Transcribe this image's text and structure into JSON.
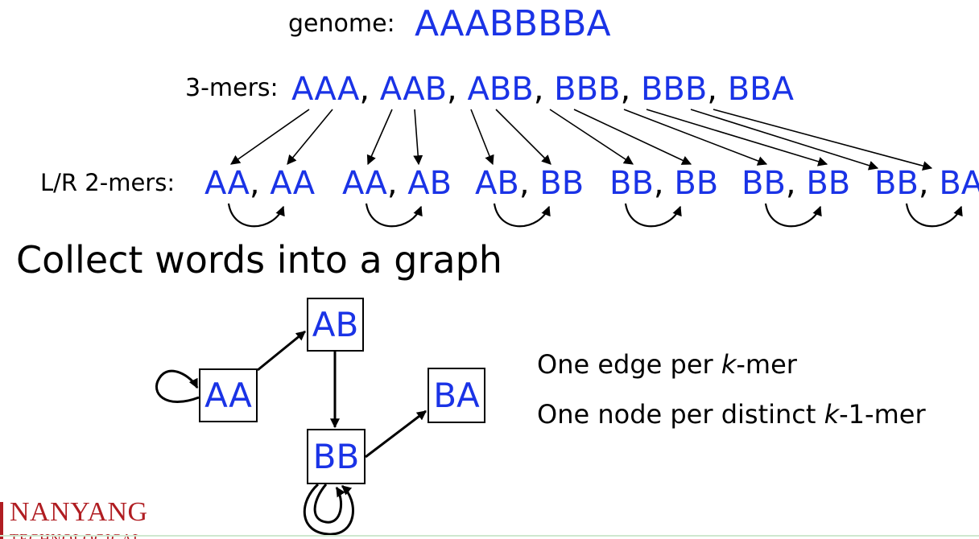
{
  "genome": {
    "label": "genome:",
    "sequence": "AAABBBBA"
  },
  "kmers": {
    "label": "3-mers:",
    "items": [
      "AAA",
      "AAB",
      "ABB",
      "BBB",
      "BBB",
      "BBA"
    ],
    "separator": ","
  },
  "lr_2mers": {
    "label": "L/R 2-mers:",
    "pairs": [
      {
        "left": "AA",
        "right": "AA"
      },
      {
        "left": "AA",
        "right": "AB"
      },
      {
        "left": "AB",
        "right": "BB"
      },
      {
        "left": "BB",
        "right": "BB"
      },
      {
        "left": "BB",
        "right": "BB"
      },
      {
        "left": "BB",
        "right": "BA"
      }
    ]
  },
  "heading": "Collect words into a graph",
  "graph": {
    "nodes": [
      "AB",
      "AA",
      "BA",
      "BB"
    ],
    "edges": [
      {
        "from": "AA",
        "to": "AA"
      },
      {
        "from": "AA",
        "to": "AB"
      },
      {
        "from": "AB",
        "to": "BB"
      },
      {
        "from": "BB",
        "to": "BB"
      },
      {
        "from": "BB",
        "to": "BB"
      },
      {
        "from": "BB",
        "to": "BA"
      }
    ]
  },
  "notes": {
    "line1": {
      "pre": "One edge per ",
      "k": "k",
      "post": "-mer"
    },
    "line2": {
      "pre": "One node per distinct ",
      "k": "k",
      "post": "-1-mer"
    }
  },
  "logo": {
    "text": "NANYANG",
    "sub": "TECHNOLOGICAL"
  },
  "colors": {
    "accent": "#1a33e6",
    "text": "#000000",
    "logo": "#b01d22"
  }
}
